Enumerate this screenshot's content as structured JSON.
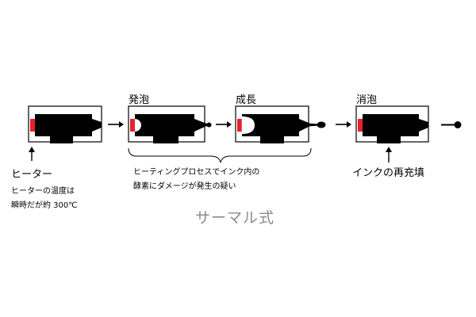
{
  "stages": [
    {
      "label": ""
    },
    {
      "label": "発泡"
    },
    {
      "label": "成長"
    },
    {
      "label": "消泡"
    }
  ],
  "annotations": {
    "heater": {
      "title": "ヒーター",
      "line1": "ヒーターの温度は",
      "line2": "瞬時だが約 300℃"
    },
    "brace_note": {
      "line1": "ヒーティングプロセスでインク内の",
      "line2": "酵素にダメージが発生の疑い"
    },
    "refill": {
      "title": "インクの再充填"
    }
  },
  "caption": "サーマル式",
  "colors": {
    "heater": "#e8202a",
    "ink": "#000000",
    "caption": "#8c8c8c",
    "frame": "#000000"
  },
  "icons": [
    "right-arrow-icon",
    "up-arrow-icon",
    "curly-brace-icon",
    "droplet-icon"
  ]
}
